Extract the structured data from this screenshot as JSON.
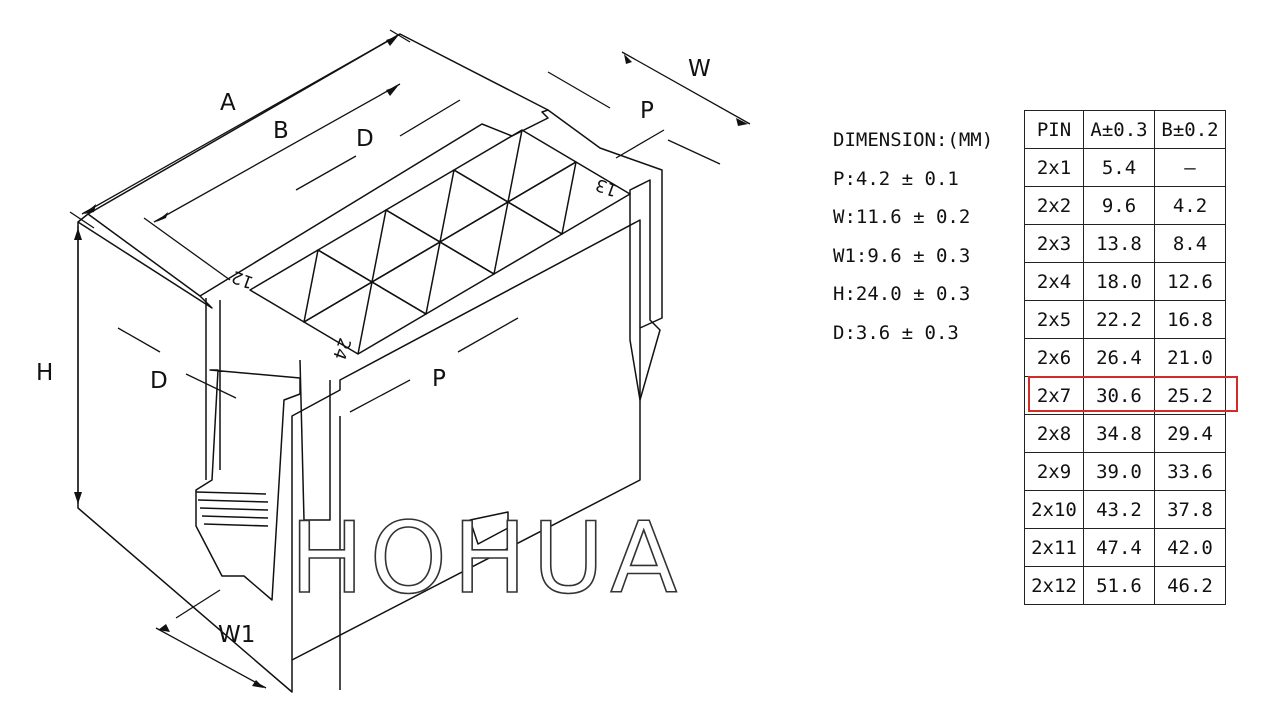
{
  "drawing": {
    "labels": {
      "A": "A",
      "B": "B",
      "D_top": "D",
      "D_left": "D",
      "W": "W",
      "P_top": "P",
      "P_bottom": "P",
      "H": "H",
      "W1": "W1",
      "pin12": "12",
      "pin13": "13",
      "pin24": "24"
    },
    "watermark": "HOHUA"
  },
  "specs": {
    "title": "DIMENSION:(MM)",
    "lines": [
      "P:4.2 ± 0.1",
      "W:11.6 ± 0.2",
      "W1:9.6 ± 0.3",
      "H:24.0 ± 0.3",
      "D:3.6 ± 0.3"
    ]
  },
  "table": {
    "headers": [
      "PIN",
      "A±0.3",
      "B±0.2"
    ],
    "rows": [
      [
        "2x1",
        "5.4",
        "–"
      ],
      [
        "2x2",
        "9.6",
        "4.2"
      ],
      [
        "2x3",
        "13.8",
        "8.4"
      ],
      [
        "2x4",
        "18.0",
        "12.6"
      ],
      [
        "2x5",
        "22.2",
        "16.8"
      ],
      [
        "2x6",
        "26.4",
        "21.0"
      ],
      [
        "2x7",
        "30.6",
        "25.2"
      ],
      [
        "2x8",
        "34.8",
        "29.4"
      ],
      [
        "2x9",
        "39.0",
        "33.6"
      ],
      [
        "2x10",
        "43.2",
        "37.8"
      ],
      [
        "2x11",
        "47.4",
        "42.0"
      ],
      [
        "2x12",
        "51.6",
        "46.2"
      ]
    ],
    "highlight_row_label": "2x7",
    "highlight_color": "#d42a2a"
  }
}
